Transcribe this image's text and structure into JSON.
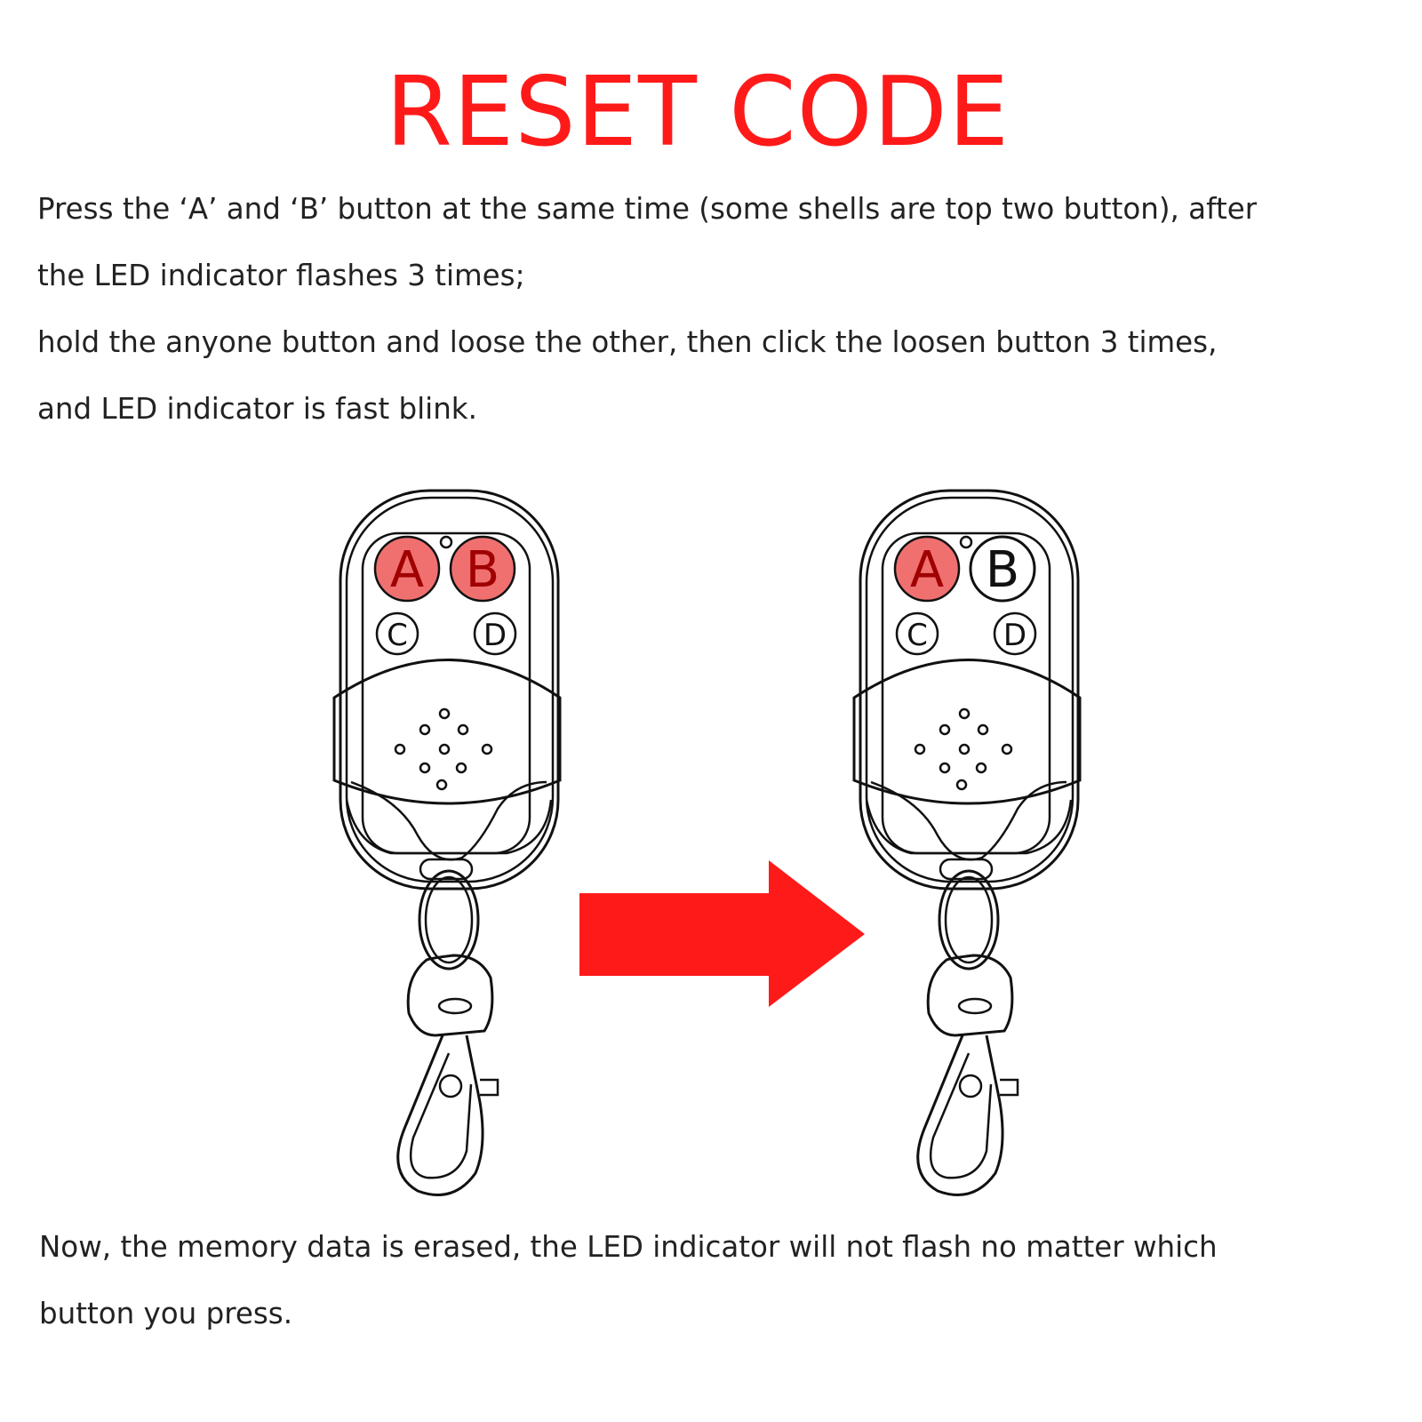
{
  "title": "RESET CODE",
  "instructions": [
    "Press the ‘A’ and ‘B’ button at the same time (some shells are top two button), after",
    "the LED indicator flashes 3 times;",
    "hold the anyone button and loose the other, then click the loosen button 3 times,",
    "and LED indicator is fast blink."
  ],
  "result": [
    "Now, the memory data is erased, the LED indicator will not flash no matter which",
    "button you press."
  ],
  "remotes": [
    {
      "buttons": [
        "A",
        "B",
        "C",
        "D"
      ],
      "pressed": [
        "A",
        "B"
      ]
    },
    {
      "buttons": [
        "A",
        "B",
        "C",
        "D"
      ],
      "pressed": [
        "A"
      ]
    }
  ],
  "colors": {
    "accent": "#ff1a1a",
    "pressed": "#f07070",
    "pressed_text": "#a00000"
  },
  "icons": {
    "arrow": "right-arrow-icon"
  }
}
